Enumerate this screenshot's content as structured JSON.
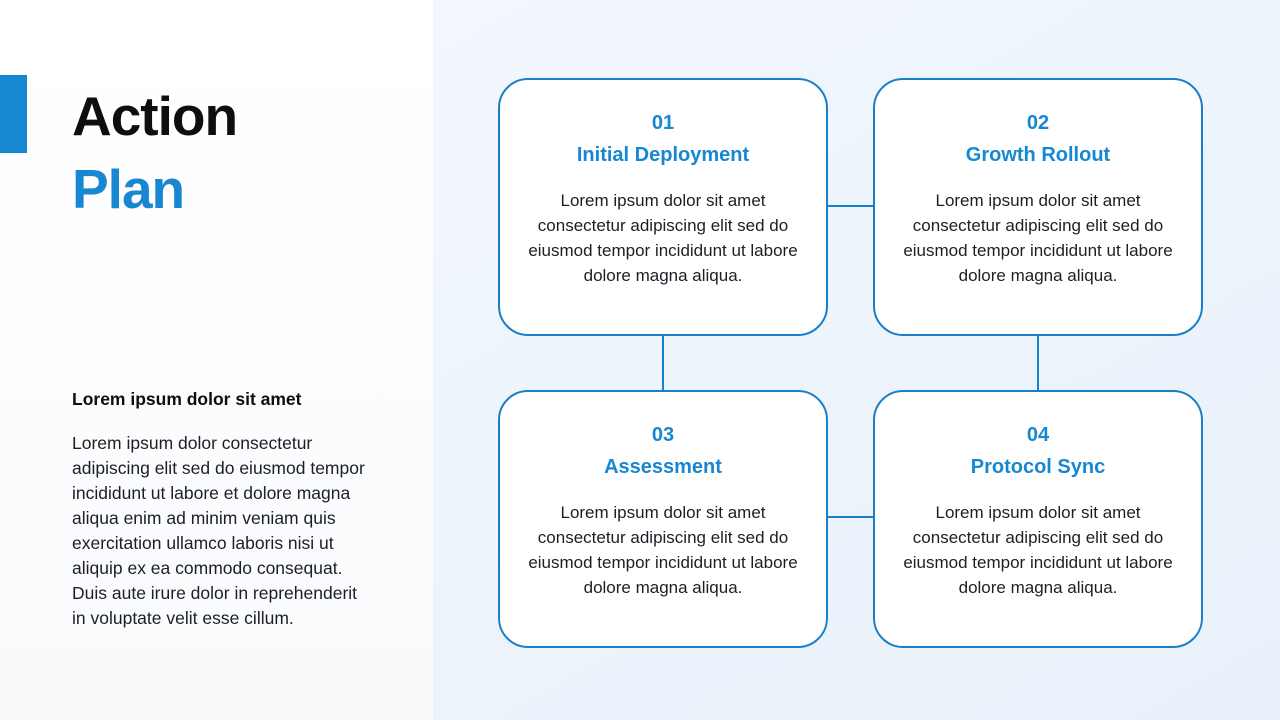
{
  "slide": {
    "title_line1": "Action",
    "title_line2": "Plan",
    "intro_heading": "Lorem ipsum dolor sit amet",
    "intro_paragraph": "Lorem ipsum dolor consectetur adipiscing elit sed do eiusmod tempor incididunt ut labore et dolore magna aliqua enim ad minim veniam quis exercitation ullamco laboris nisi ut aliquip ex ea commodo consequat. Duis aute irure dolor in reprehenderit in voluptate velit esse cillum."
  },
  "cards": [
    {
      "number": "01",
      "title": "Initial Deployment",
      "body": "Lorem ipsum dolor sit amet consectetur adipiscing elit sed do eiusmod tempor incididunt ut labore dolore magna aliqua."
    },
    {
      "number": "02",
      "title": "Growth Rollout",
      "body": "Lorem ipsum dolor sit amet consectetur adipiscing elit sed do eiusmod tempor incididunt ut labore dolore magna aliqua."
    },
    {
      "number": "03",
      "title": "Assessment",
      "body": "Lorem ipsum dolor sit amet consectetur adipiscing elit sed do eiusmod tempor incididunt ut labore dolore magna aliqua."
    },
    {
      "number": "04",
      "title": "Protocol Sync",
      "body": "Lorem ipsum dolor sit amet consectetur adipiscing elit sed do eiusmod tempor incididunt ut labore dolore magna aliqua."
    }
  ],
  "colors": {
    "accent": "#1787d1",
    "card_border": "#1a7fc6",
    "panel_bg": "#ecf3fb",
    "text_dark": "#1c1f26"
  }
}
